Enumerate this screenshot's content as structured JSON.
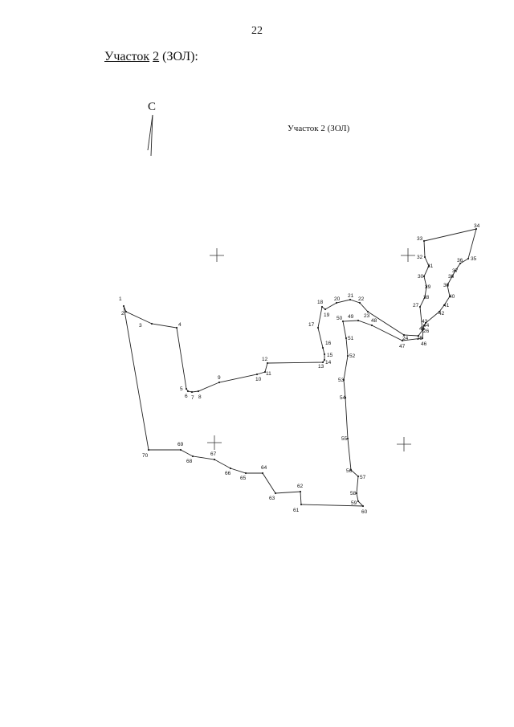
{
  "page": {
    "number": "22"
  },
  "heading": {
    "prefix": "Участок",
    "num": "2",
    "suffix": " (ЗОЛ):"
  },
  "north": {
    "letter": "С"
  },
  "plan": {
    "title": "Участок 2 (ЗОЛ)",
    "line_color": "#222222",
    "points": [
      {
        "id": "1"
      },
      {
        "id": "2"
      },
      {
        "id": "3"
      },
      {
        "id": "4"
      },
      {
        "id": "5"
      },
      {
        "id": "6"
      },
      {
        "id": "7"
      },
      {
        "id": "8"
      },
      {
        "id": "9"
      },
      {
        "id": "10"
      },
      {
        "id": "11"
      },
      {
        "id": "12"
      },
      {
        "id": "13"
      },
      {
        "id": "14"
      },
      {
        "id": "15"
      },
      {
        "id": "16"
      },
      {
        "id": "17"
      },
      {
        "id": "18"
      },
      {
        "id": "19"
      },
      {
        "id": "20"
      },
      {
        "id": "21"
      },
      {
        "id": "22"
      },
      {
        "id": "23"
      },
      {
        "id": "24"
      },
      {
        "id": "25"
      },
      {
        "id": "26"
      },
      {
        "id": "27"
      },
      {
        "id": "28"
      },
      {
        "id": "29"
      },
      {
        "id": "30"
      },
      {
        "id": "31"
      },
      {
        "id": "32"
      },
      {
        "id": "33"
      },
      {
        "id": "34"
      },
      {
        "id": "35"
      },
      {
        "id": "36"
      },
      {
        "id": "37"
      },
      {
        "id": "38"
      },
      {
        "id": "39"
      },
      {
        "id": "40"
      },
      {
        "id": "41"
      },
      {
        "id": "42"
      },
      {
        "id": "43"
      },
      {
        "id": "44"
      },
      {
        "id": "45"
      },
      {
        "id": "46"
      },
      {
        "id": "47"
      },
      {
        "id": "48"
      },
      {
        "id": "49"
      },
      {
        "id": "50"
      },
      {
        "id": "51"
      },
      {
        "id": "52"
      },
      {
        "id": "53"
      },
      {
        "id": "54"
      },
      {
        "id": "55"
      },
      {
        "id": "56"
      },
      {
        "id": "57"
      },
      {
        "id": "58"
      },
      {
        "id": "59"
      },
      {
        "id": "60"
      },
      {
        "id": "61"
      },
      {
        "id": "62"
      },
      {
        "id": "63"
      },
      {
        "id": "64"
      },
      {
        "id": "65"
      },
      {
        "id": "66"
      },
      {
        "id": "67"
      },
      {
        "id": "68"
      },
      {
        "id": "69"
      },
      {
        "id": "70"
      }
    ]
  }
}
